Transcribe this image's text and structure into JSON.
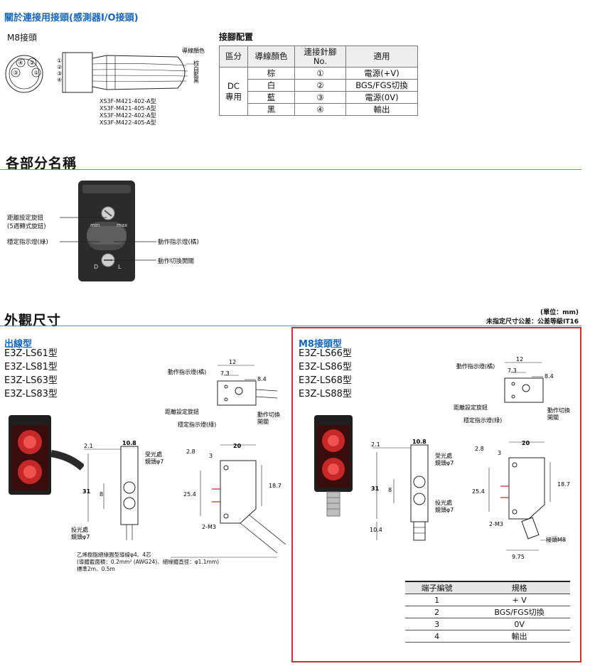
{
  "connector_section": {
    "title": "關於連接用接頭(感測器I/O接頭)",
    "m8_label": "M8接頭",
    "pin_numbers": [
      "④",
      "②",
      "③",
      "①"
    ],
    "cable_pin_numbers": [
      "①",
      "②",
      "③",
      "④"
    ],
    "wire_color_header": "導線顏色",
    "wire_colors": [
      "棕",
      "白",
      "藍",
      "黑"
    ],
    "models": [
      "XS3F-M421-402-A型",
      "XS3F-M421-405-A型",
      "XS3F-M422-402-A型",
      "XS3F-M422-405-A型"
    ]
  },
  "pin_table": {
    "title": "接腳配置",
    "headers": [
      "區分",
      "導線顏色",
      "連接針腳\nNo.",
      "適用"
    ],
    "group": "DC\n專用",
    "rows": [
      {
        "color": "棕",
        "pin": "①",
        "use": "電源(+V)"
      },
      {
        "color": "白",
        "pin": "②",
        "use": "BGS/FGS切換"
      },
      {
        "color": "藍",
        "pin": "③",
        "use": "電源(0V)"
      },
      {
        "color": "黑",
        "pin": "④",
        "use": "輸出"
      }
    ]
  },
  "parts_section": {
    "title": "各部分名稱",
    "labels": {
      "distance_knob": "距離設定旋鈕\n(5週轉式旋鈕)",
      "stability": "穩定指示燈(綠)",
      "operation": "動作指示燈(橘)",
      "mode_switch": "動作切換開關",
      "min": "min",
      "max": "max",
      "d": "D",
      "l": "L"
    }
  },
  "dimensions_section": {
    "title": "外觀尺寸",
    "unit": "(單位：mm)",
    "tolerance": "未指定尺寸公差：公差等級IT16",
    "left": {
      "title": "出線型",
      "models": [
        "E3Z-LS61型",
        "E3Z-LS81型",
        "E3Z-LS63型",
        "E3Z-LS83型"
      ],
      "cable_note": "乙烯樹脂絕緣圓型導線φ4、4芯\n(導體截面積：0.2mm² (AWG24)、絕緣體直徑：φ1.1mm)\n標準2m、0.5m"
    },
    "right": {
      "title": "M8接頭型",
      "models": [
        "E3Z-LS66型",
        "E3Z-LS86型",
        "E3Z-LS68型",
        "E3Z-LS88型"
      ],
      "connector_label": "接頭M8"
    },
    "labels": {
      "op_led": "動作指示燈(橘)",
      "dist_knob": "距離設定旋鈕",
      "stab_led": "穩定指示燈(綠)",
      "mode_sw": "動作切換\n開關",
      "rx_lens": "受光處\n鏡頭φ7",
      "tx_lens": "投光處\n鏡頭φ7",
      "m3": "2-M3"
    },
    "dims": {
      "d12": "12",
      "d7_3": "7.3",
      "d8_4": "8.4",
      "d10_8": "10.8",
      "d2_1": "2.1",
      "d31": "31",
      "d8": "8",
      "d20": "20",
      "d2_8": "2.8",
      "d3": "3",
      "d18_7": "18.7",
      "d25_4": "25.4",
      "d10_4": "10.4",
      "d9_75": "9.75"
    },
    "terminal_table": {
      "headers": [
        "端子編號",
        "規格"
      ],
      "rows": [
        {
          "no": "1",
          "spec": "+ V"
        },
        {
          "no": "2",
          "spec": "BGS/FGS切換"
        },
        {
          "no": "3",
          "spec": "0V"
        },
        {
          "no": "4",
          "spec": "輸出"
        }
      ]
    }
  }
}
